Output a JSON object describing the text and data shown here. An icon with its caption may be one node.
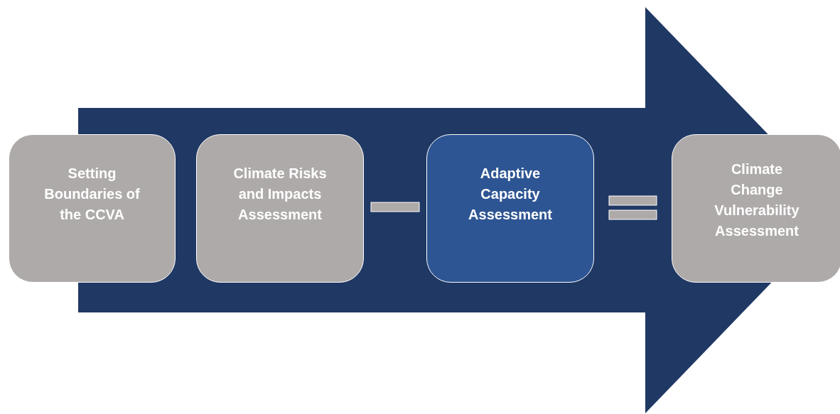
{
  "diagram": {
    "nodes": [
      {
        "text": [
          "Setting Boundaries of the CCVA"
        ]
      },
      {
        "text": [
          "Climate Risks and Impacts Assessment"
        ]
      },
      {
        "text": [
          "Adaptive Capacity Assessment"
        ]
      },
      {
        "text": [
          "Climate Change Vulnerability Assessment"
        ]
      }
    ],
    "edges": [
      {
        "from": 0,
        "to": 3,
        "arrow": "to"
      }
    ]
  }
}
